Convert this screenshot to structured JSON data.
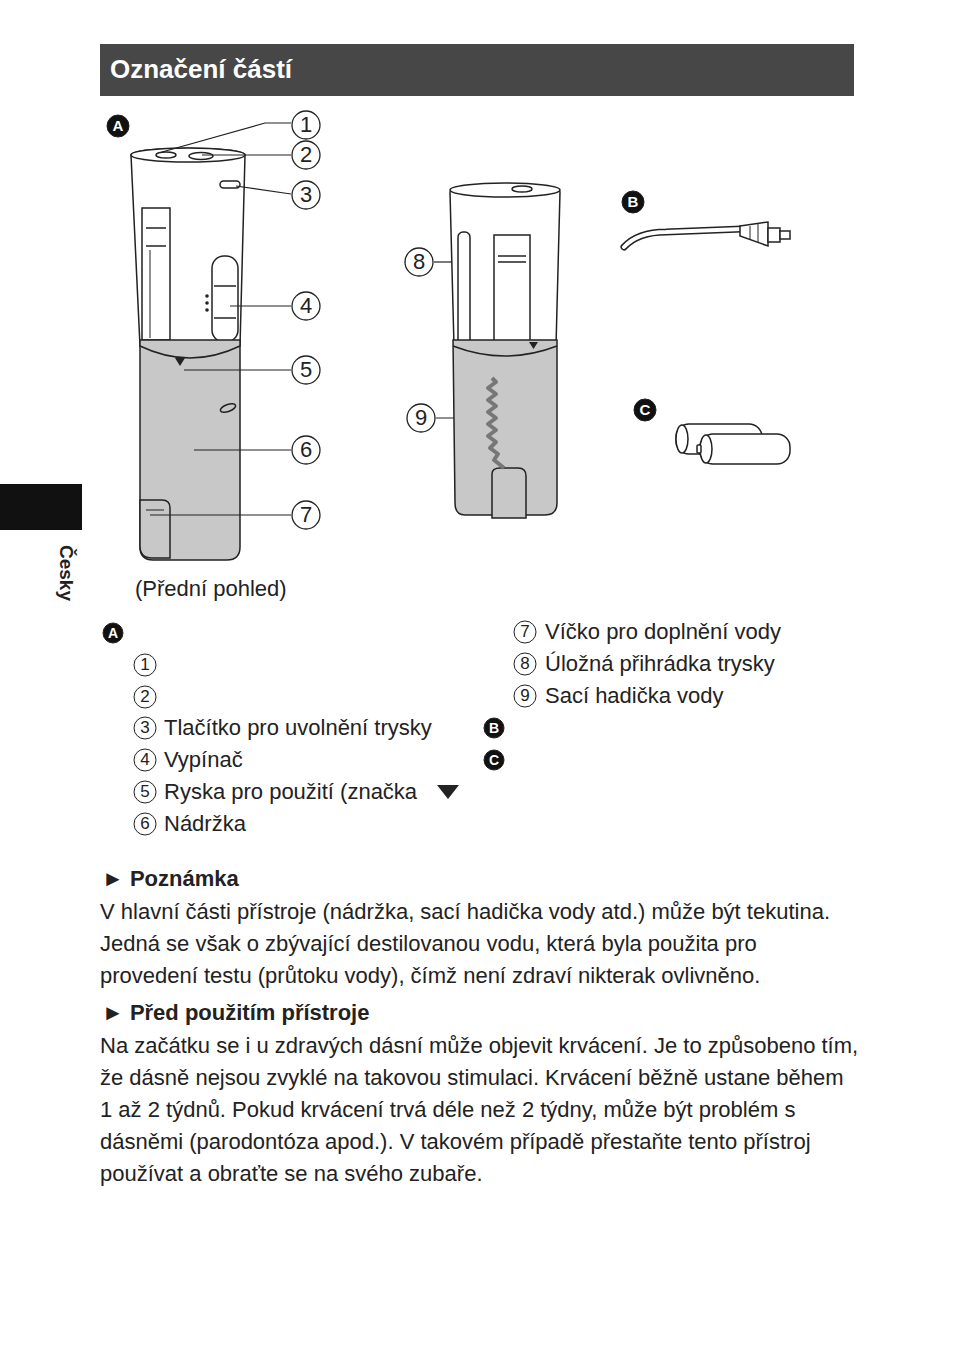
{
  "diagram": {
    "title": "Označení částí",
    "labels": [
      "A",
      "1",
      "2",
      "3",
      "4",
      "5",
      "6",
      "7",
      "8",
      "9",
      "B",
      "C",
      "(Přední pohled)",
      "Česky",
      "A",
      "1",
      "2",
      "3",
      "Tlačítko pro uvolnění trysky",
      "4",
      "Vypínač",
      "5",
      "Ryska pro použití (značka",
      "6",
      "Nádržka",
      "7",
      "Víčko pro doplnění vody",
      "8",
      "Úložná přihrádka trysky",
      "9",
      "Sací hadička vody",
      "B",
      "C",
      "► Poznámka",
      "V hlavní části přístroje (nádržka, sací hadička vody atd.) může být tekutina. Jedná se však o zbývající destilovanou vodu, která byla použita pro provedení testu (průtoku vody), čímž není zdraví nikterak ovlivněno.",
      "► Před použitím přístroje",
      "Na začátku se i u zdravých dásní může objevit krvácení. Je to způsobeno tím, že dásně nejsou zvyklé na takovou stimulaci. Krvácení běžně ustane během 1 až 2 týdnů. Pokud krvácení trvá déle než 2 týdny, může být problém s dásněmi (parodontóza apod.). V takovém případě přestaňte tento přístroj používat a obraťte se na svého zubaře."
    ]
  }
}
